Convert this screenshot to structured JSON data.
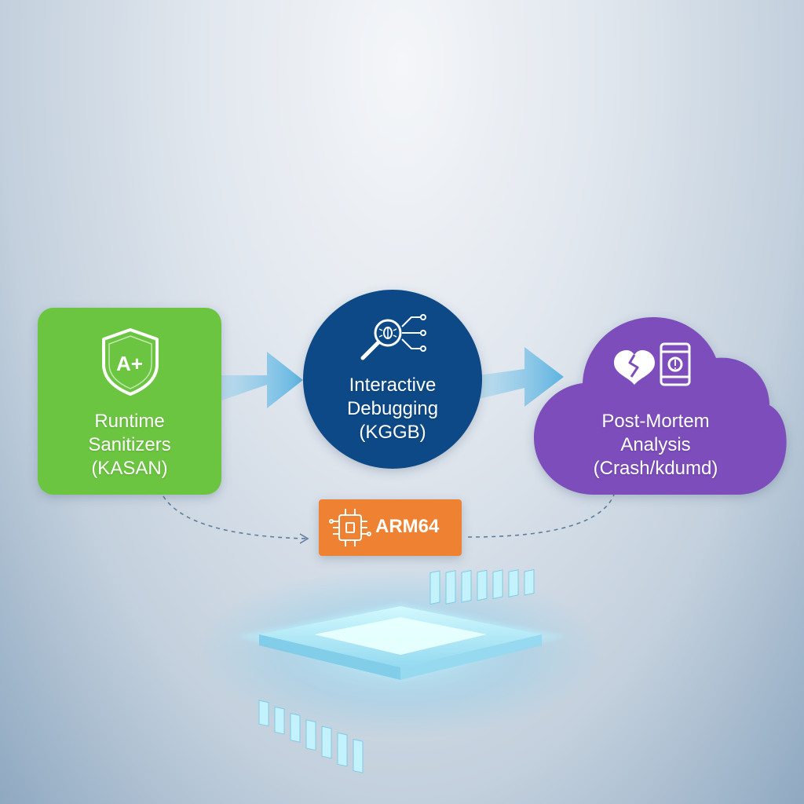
{
  "nodes": {
    "runtime": {
      "lines": [
        "Runtime",
        "Sanitizers",
        "(KASAN)"
      ],
      "badge": "A+",
      "color": "#6cc53f",
      "icon": "shield-icon"
    },
    "interactive": {
      "lines": [
        "Interactive",
        "Debugging",
        "(KGGB)"
      ],
      "color": "#0f4a86",
      "icon": "bug-magnifier-icon"
    },
    "postmortem": {
      "lines": [
        "Post-Mortem",
        "Analysis",
        "(Crash/kdumd)"
      ],
      "color": "#7b4dbb",
      "icons": [
        "broken-heart-icon",
        "device-dump-icon"
      ]
    },
    "arch": {
      "label": "ARM64",
      "color": "#ef8233",
      "icon": "chip-icon"
    }
  },
  "colors": {
    "arrow": "#63b7e0",
    "dashed": "#5d7d9c",
    "chip_glow": "#a9ecfa"
  }
}
